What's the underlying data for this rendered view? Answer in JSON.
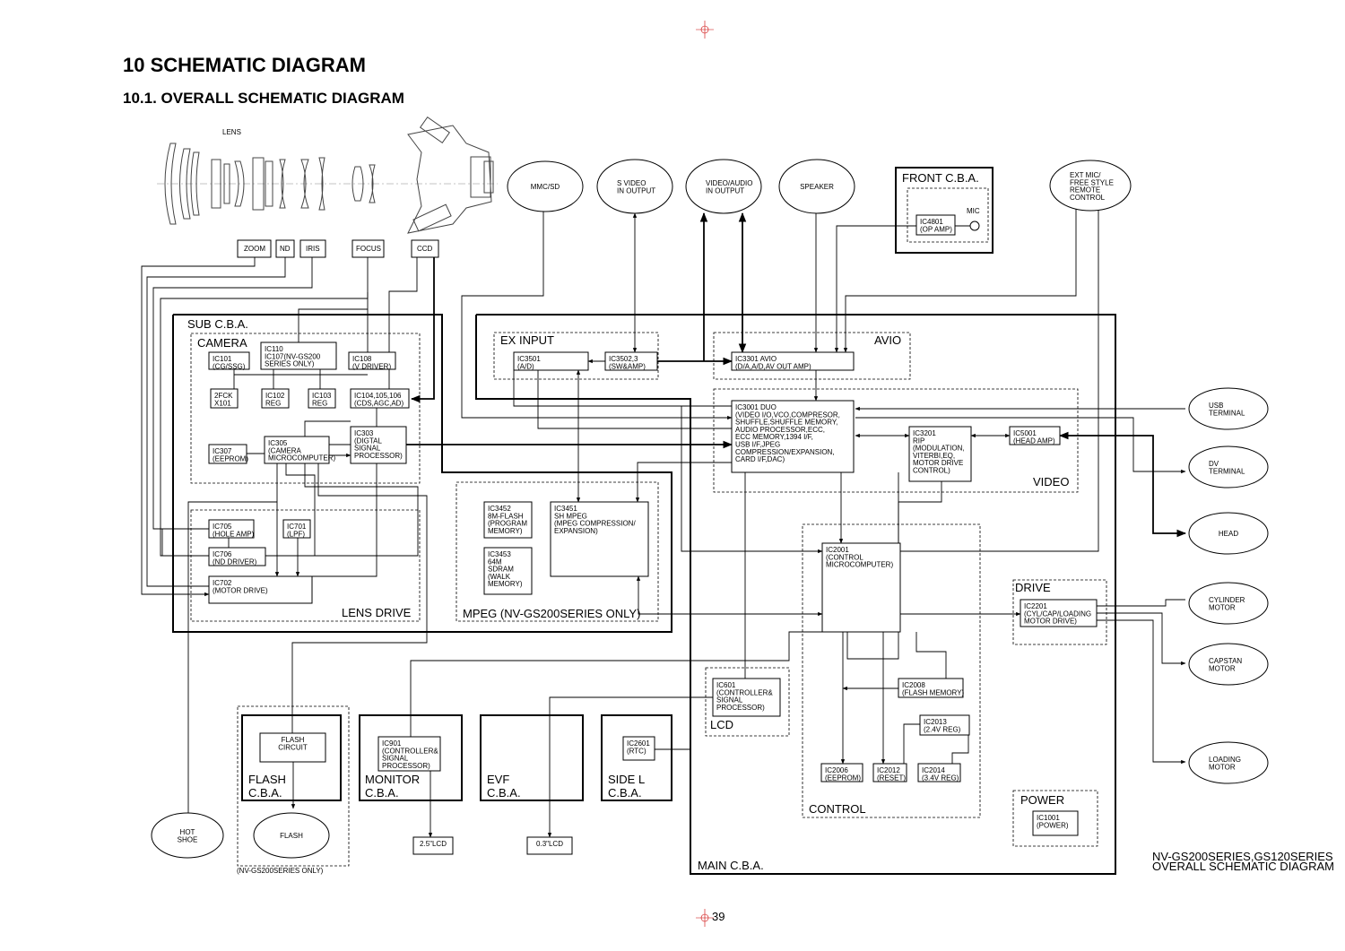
{
  "title": "10 SCHEMATIC DIAGRAM",
  "subtitle": "10.1.   OVERALL SCHEMATIC DIAGRAM",
  "page_number": "39",
  "caption": [
    "NV-GS200SERIES,GS120SERIES",
    "OVERALL SCHEMATIC DIAGRAM"
  ],
  "lens_label": "LENS",
  "section_labels": {
    "sub_cba": "SUB C.B.A.",
    "camera": "CAMERA",
    "lens_drive": "LENS DRIVE",
    "ex_input": "EX INPUT",
    "avio": "AVIO",
    "video": "VIDEO",
    "mpeg": "MPEG (NV-GS200SERIES ONLY)",
    "front_cba": "FRONT C.B.A.",
    "drive": "DRIVE",
    "control": "CONTROL",
    "lcd": "LCD",
    "power": "POWER",
    "main_cba": "MAIN C.B.A.",
    "flash_cba": [
      "FLASH",
      "C.B.A."
    ],
    "monitor_cba": [
      "MONITOR",
      "C.B.A."
    ],
    "evf_cba": [
      "EVF",
      "C.B.A."
    ],
    "side_l_cba": [
      "SIDE L",
      "C.B.A."
    ],
    "gs200_only": "(NV-GS200SERIES ONLY)"
  },
  "lens_parts": {
    "zoom": "ZOOM",
    "nd": "ND",
    "iris": "IRIS",
    "focus": "FOCUS",
    "ccd": "CCD"
  },
  "blocks": {
    "ic101": [
      "IC101",
      "(CG/SSG)"
    ],
    "ic110": [
      "IC110",
      "IC107(NV-GS200",
      "SERIES ONLY)"
    ],
    "ic108": [
      "IC108",
      "(V DRIVER)"
    ],
    "x101": [
      "2FCK",
      "X101"
    ],
    "ic102": [
      "IC102",
      "REG"
    ],
    "ic103": [
      "IC103",
      "REG"
    ],
    "ic104": [
      "IC104,105,106",
      "(CDS,AGC,AD)"
    ],
    "ic307": [
      "IC307",
      "(EEPROM)"
    ],
    "ic305": [
      "IC305",
      "(CAMERA",
      "MICROCOMPUTER)"
    ],
    "ic303": [
      "IC303",
      "(DIGTAL",
      "SIGNAL",
      "PROCESSOR)"
    ],
    "ic705": [
      "IC705",
      "(HOLE AMP)"
    ],
    "ic701": [
      "IC701",
      "(LPF)"
    ],
    "ic706": [
      "IC706",
      "(ND DRIVER)"
    ],
    "ic702": [
      "IC702",
      "(MOTOR DRIVE)"
    ],
    "ic3501": [
      "IC3501",
      "(A/D)"
    ],
    "ic3502": [
      "IC3502,3",
      "(SW&AMP)"
    ],
    "ic3301": [
      "IC3301 AVIO",
      "(D/A,A/D,AV OUT AMP)"
    ],
    "ic3001": [
      "IC3001 DUO",
      "(VIDEO I/O,VCO,COMPRESOR,",
      "SHUFFLE,SHUFFLE MEMORY,",
      "AUDIO PROCESSOR,ECC,",
      "ECC MEMORY,1394 I/F,",
      "USB I/F,JPEG",
      "COMPRESSION/EXPANSION,",
      "CARD I/F,DAC)"
    ],
    "ic3201": [
      "IC3201",
      "RIP",
      "(MODULATION,",
      "VITERBI,EQ,",
      "MOTOR DRIVE",
      "CONTROL)"
    ],
    "ic5001": [
      "IC5001",
      "(HEAD AMP)"
    ],
    "ic3452": [
      "IC3452",
      "8M-FLASH",
      "(PROGRAM",
      "MEMORY)"
    ],
    "ic3453": [
      "IC3453",
      "64M",
      "SDRAM",
      "(WALK",
      "MEMORY)"
    ],
    "ic3451": [
      "IC3451",
      "SH MPEG",
      "(MPEG COMPRESSION/",
      "EXPANSION)"
    ],
    "ic2001": [
      "IC2001",
      "(CONTROL",
      "MICROCOMPUTER)"
    ],
    "ic2201": [
      "IC2201",
      "(CYL/CAP/LOADING",
      "MOTOR DRIVE)"
    ],
    "ic601": [
      "IC601",
      "(CONTROLLER&",
      "SIGNAL",
      "PROCESSOR)"
    ],
    "ic2008": [
      "IC2008",
      "(FLASH MEMORY)"
    ],
    "ic2013": [
      "IC2013",
      "(2.4V REG)"
    ],
    "ic2006": [
      "IC2006",
      "(EEPROM)"
    ],
    "ic2012": [
      "IC2012",
      "(RESET)"
    ],
    "ic2014": [
      "IC2014",
      "(3.4V REG)"
    ],
    "ic1001": [
      "IC1001",
      "(POWER)"
    ],
    "ic4801": [
      "IC4801",
      "(OP AMP)"
    ],
    "mic": [
      "MIC"
    ],
    "flash_circuit": [
      "FLASH",
      "CIRCUIT"
    ],
    "ic901": [
      "IC901",
      "(CONTROLLER&",
      "SIGNAL",
      "PROCESSOR)"
    ],
    "ic2601": [
      "IC2601",
      "(RTC)"
    ],
    "lcd25": [
      "2.5\"LCD"
    ],
    "lcd03": [
      "0.3\"LCD"
    ]
  },
  "externals": {
    "mmc_sd": [
      "MMC/SD"
    ],
    "s_video": [
      "S VIDEO",
      "IN OUTPUT"
    ],
    "video_audio": [
      "VIDEO/AUDIO",
      "IN OUTPUT"
    ],
    "speaker": [
      "SPEAKER"
    ],
    "ext_mic": [
      "EXT MIC/",
      "FREE STYLE",
      "REMOTE",
      "CONTROL"
    ],
    "usb_terminal": [
      "USB",
      "TERMINAL"
    ],
    "dv_terminal": [
      "DV",
      "TERMINAL"
    ],
    "head": [
      "HEAD"
    ],
    "cylinder_motor": [
      "CYLINDER",
      "MOTOR"
    ],
    "capstan_motor": [
      "CAPSTAN",
      "MOTOR"
    ],
    "loading_motor": [
      "LOADING",
      "MOTOR"
    ],
    "hot_shoe": [
      "HOT",
      "SHOE"
    ],
    "flash": [
      "FLASH"
    ]
  }
}
